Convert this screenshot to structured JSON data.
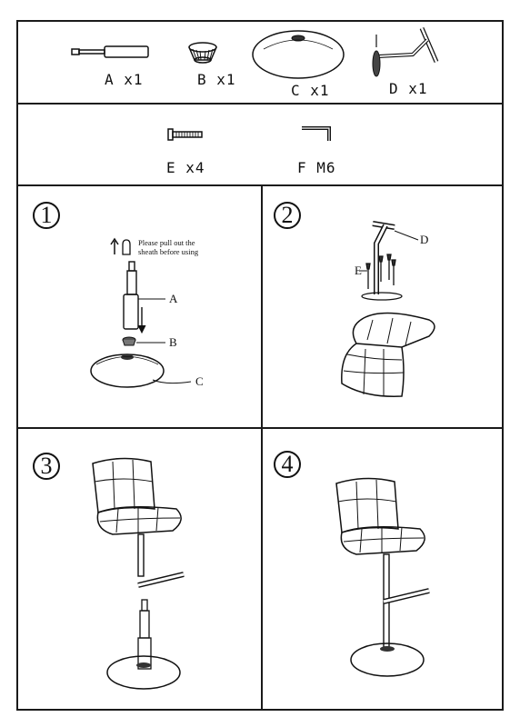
{
  "parts": [
    {
      "letter": "A",
      "label": "A x1"
    },
    {
      "letter": "B",
      "label": "B x1"
    },
    {
      "letter": "C",
      "label": "C x1"
    },
    {
      "letter": "D",
      "label": "D x1"
    },
    {
      "letter": "E",
      "label": "E x4"
    },
    {
      "letter": "F",
      "label": "F M6"
    }
  ],
  "steps": [
    {
      "number": "1",
      "note_line1": "Please pull out the",
      "note_line2": "sheath before using",
      "callouts": [
        "A",
        "B",
        "C"
      ]
    },
    {
      "number": "2",
      "callouts": [
        "D",
        "E"
      ]
    },
    {
      "number": "3"
    },
    {
      "number": "4"
    }
  ],
  "colors": {
    "line": "#1a1a1a",
    "background": "#ffffff"
  }
}
